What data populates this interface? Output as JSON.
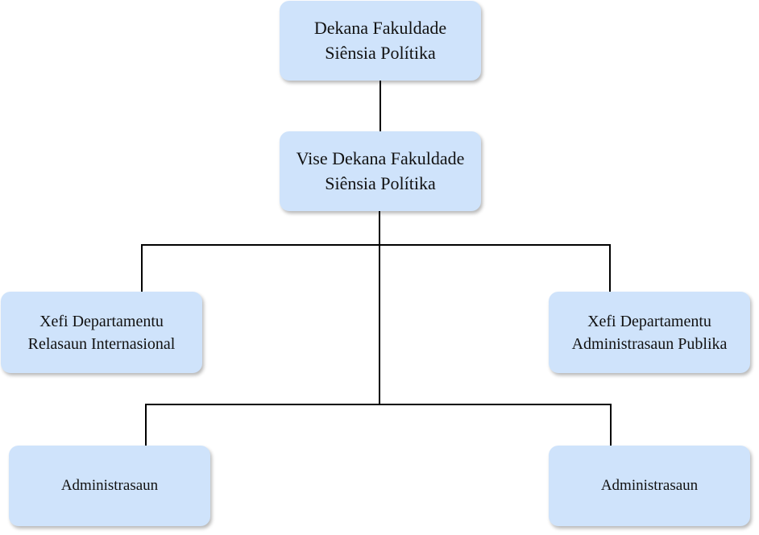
{
  "chart": {
    "dean": {
      "line1": "Dekana Fakuldade",
      "line2": "Siênsia Polítika"
    },
    "vice_dean": {
      "line1": "Vise Dekana Fakuldade",
      "line2": "Siênsia Polítika"
    },
    "head_international_relations": {
      "line1": "Xefi Departamentu",
      "line2": "Relasaun Internasional"
    },
    "head_public_administration": {
      "line1": "Xefi Departamentu",
      "line2": "Administrasaun Publika"
    },
    "administration_left": {
      "label": "Administrasaun"
    },
    "administration_right": {
      "label": "Administrasaun"
    },
    "colors": {
      "box_fill": "#cfe3fb",
      "connector": "#000000",
      "text": "#111111"
    }
  }
}
